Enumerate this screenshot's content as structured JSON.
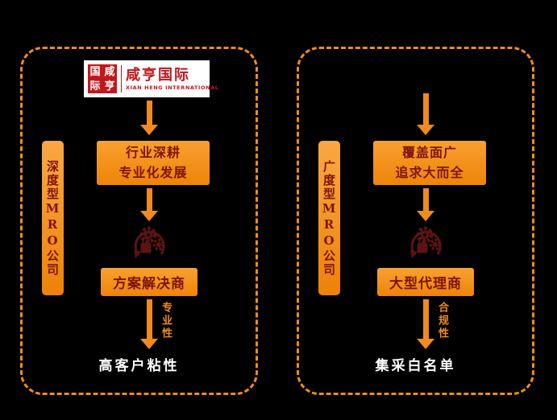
{
  "colors": {
    "background": "#000000",
    "accent_orange": "#F08C1B",
    "box_fill": "#F29417",
    "box_text": "#7D1408",
    "logo_red": "#C4161C",
    "result_text": "#FFFFFF",
    "icon_maroon": "#5C1412"
  },
  "logo": {
    "seal_chars": [
      "国",
      "咸",
      "际",
      "亨"
    ],
    "company_name": "咸亨国际",
    "company_name_en": "XIAN HENG INTERNATIONAL"
  },
  "left": {
    "side_label": "深度型MRO公司",
    "step1_line1": "行业深耕",
    "step1_line2": "专业化发展",
    "step2": "方案解决商",
    "arrow_label": "专业性",
    "result": "高客户粘性"
  },
  "right": {
    "side_label": "广度型MRO公司",
    "step1_line1": "覆盖面广",
    "step1_line2": "追求大而全",
    "step2": "大型代理商",
    "arrow_label": "合规性",
    "result": "集采白名单"
  }
}
